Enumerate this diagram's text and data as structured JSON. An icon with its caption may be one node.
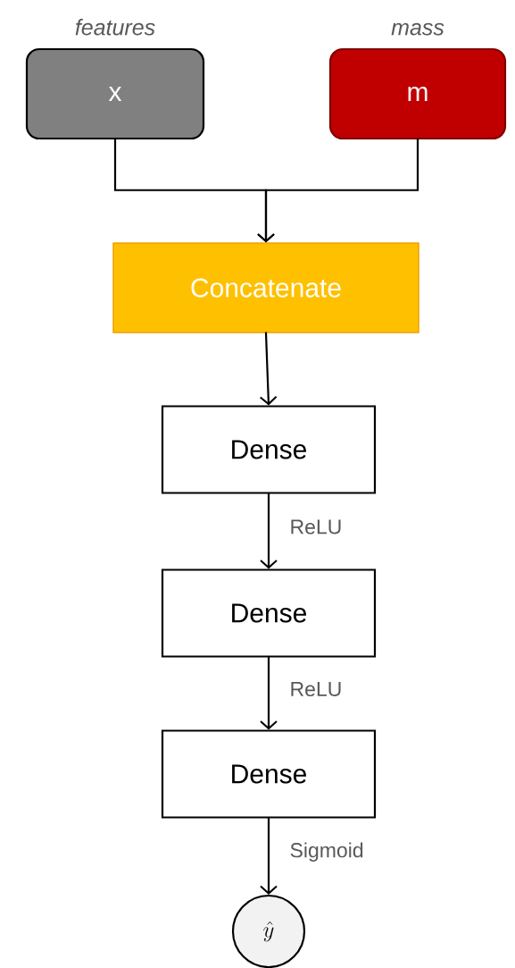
{
  "diagram": {
    "nodes": [
      {
        "text": [
          "features",
          "x"
        ]
      },
      {
        "text": [
          "mass",
          "m"
        ]
      },
      {
        "text": [
          "Concatenate"
        ]
      },
      {
        "text": [
          "Dense"
        ]
      },
      {
        "text": [
          "Dense"
        ]
      },
      {
        "text": [
          "Dense"
        ]
      },
      {
        "text": [
          "\\hat{y}"
        ]
      }
    ],
    "edges": [
      {
        "from": 0,
        "to": 2,
        "arrow": "to"
      },
      {
        "from": 1,
        "to": 2,
        "arrow": "to"
      },
      {
        "from": 2,
        "to": 3,
        "arrow": "to"
      },
      {
        "from": 3,
        "to": 4,
        "arrow": "to",
        "label": "ReLU"
      },
      {
        "from": 4,
        "to": 5,
        "arrow": "to",
        "label": "ReLU"
      },
      {
        "from": 5,
        "to": 6,
        "arrow": "to",
        "label": "Sigmoid"
      }
    ]
  }
}
